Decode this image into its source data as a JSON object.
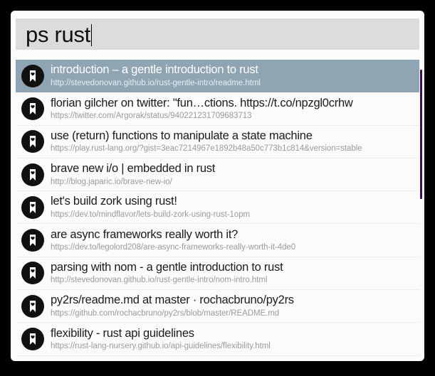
{
  "window": {
    "app_name": "bookmark-search-launcher"
  },
  "search": {
    "query": "ps rust",
    "placeholder": "",
    "caret_visible": true
  },
  "results": {
    "selected_index": 0,
    "icon_name": "bookmark-heart-icon",
    "items": [
      {
        "title": "introduction – a gentle introduction to rust",
        "url": "http://stevedonovan.github.io/rust-gentle-intro/readme.html"
      },
      {
        "title": "florian gilcher on twitter: \"fun…ctions. https://t.co/npzgl0crhw",
        "url": "https://twitter.com/Argorak/status/940221231709683713"
      },
      {
        "title": "use (return) functions to manipulate a state machine",
        "url": "https://play.rust-lang.org/?gist=3eac7214967e1892b48a50c773b1c814&version=stable"
      },
      {
        "title": "brave new i/o | embedded in rust",
        "url": "http://blog.japaric.io/brave-new-io/"
      },
      {
        "title": "let's build zork using rust!",
        "url": "https://dev.to/mindflavor/lets-build-zork-using-rust-1opm"
      },
      {
        "title": "are async frameworks really worth it?",
        "url": "https://dev.to/legolord208/are-async-frameworks-really-worth-it-4de0"
      },
      {
        "title": "parsing with nom - a gentle introduction to rust",
        "url": "http://stevedonovan.github.io/rust-gentle-intro/nom-intro.html"
      },
      {
        "title": "py2rs/readme.md at master · rochacbruno/py2rs",
        "url": "https://github.com/rochacbruno/py2rs/blob/master/README.md"
      },
      {
        "title": "flexibility - rust api guidelines",
        "url": "https://rust-lang-nursery.github.io/api-guidelines/flexibility.html"
      }
    ]
  },
  "scrollbar": {
    "name": "results-scrollbar",
    "color": "#3f0d52"
  },
  "colors": {
    "selection": "#8fa5b3",
    "input_background": "#dcdcdc",
    "panel_background": "#fbfbfb",
    "title_text": "#1b1b1b",
    "url_text": "#9b9b9b"
  }
}
